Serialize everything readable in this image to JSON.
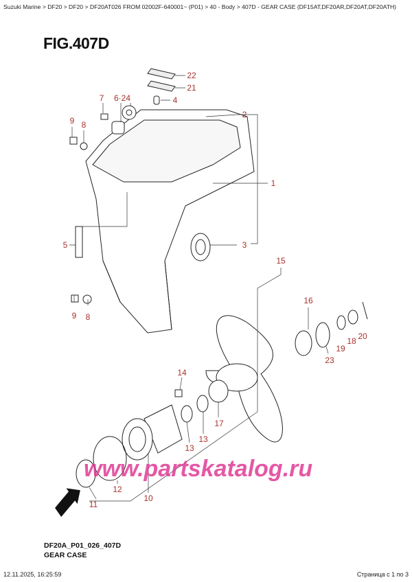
{
  "breadcrumb": "Suzuki Marine > DF20 > DF20 > DF20AT026 FROM 02002F-640001~ (P01) > 40 - Body > 407D - GEAR CASE (DF15AT,DF20AR,DF20AT,DF20ATH)",
  "figure_title": "FIG.407D",
  "callouts": [
    "22",
    "21",
    "4",
    "7",
    "6·24",
    "2",
    "9",
    "8",
    "1",
    "5",
    "3",
    "15",
    "16",
    "9",
    "8",
    "20",
    "18",
    "19",
    "23",
    "14",
    "17",
    "13",
    "13",
    "10",
    "12",
    "11"
  ],
  "fwd_label": "FWD",
  "watermark": "www.partskatalog.ru",
  "diagram_code": "DF20A_P01_026_407D",
  "diagram_name": "GEAR CASE",
  "footer": {
    "datetime": "12.11.2025, 16:25:59",
    "page": "Страница с 1 по 3"
  },
  "colors": {
    "callout": "#a8322d",
    "watermark": "#e03c96"
  }
}
